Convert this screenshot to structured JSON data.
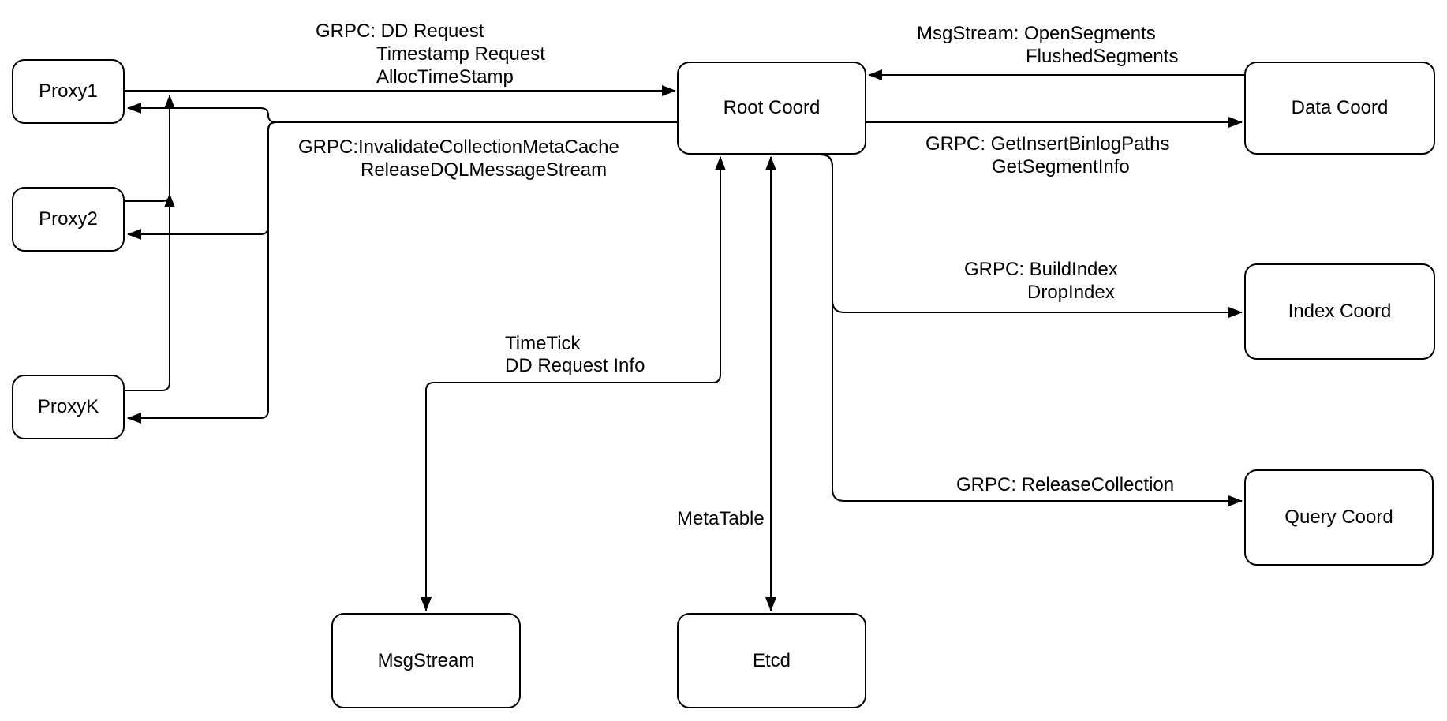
{
  "diagram": {
    "type": "architecture-flowchart",
    "background_color": "#ffffff",
    "stroke_color": "#000000",
    "node_fill_color": "#ffffff",
    "nodes": {
      "proxy1": "Proxy1",
      "proxy2": "Proxy2",
      "proxyk": "ProxyK",
      "root_coord": "Root Coord",
      "data_coord": "Data Coord",
      "index_coord": "Index Coord",
      "query_coord": "Query Coord",
      "msgstream": "MsgStream",
      "etcd": "Etcd"
    },
    "labels": {
      "dd": [
        "GRPC: DD Request",
        "Timestamp Request",
        "AllocTimeStamp"
      ],
      "invalidate": [
        "GRPC:InvalidateCollectionMetaCache",
        "ReleaseDQLMessageStream"
      ],
      "open_segments": [
        "MsgStream: OpenSegments",
        "FlushedSegments"
      ],
      "binlog": [
        "GRPC: GetInsertBinlogPaths",
        "GetSegmentInfo"
      ],
      "build_index": [
        "GRPC: BuildIndex",
        "DropIndex"
      ],
      "release_collection": [
        "GRPC: ReleaseCollection"
      ],
      "timetick": [
        "TimeTick",
        "DD Request Info"
      ],
      "metatable": [
        "MetaTable"
      ]
    },
    "connections": [
      {
        "from": "Proxy1 / Proxy2 / ProxyK",
        "to": "Root Coord",
        "arrow": "one-way",
        "label": "dd"
      },
      {
        "from": "Root Coord",
        "to": "Proxy1 / Proxy2 / ProxyK",
        "arrow": "one-way",
        "label": "invalidate"
      },
      {
        "from": "Data Coord",
        "to": "Root Coord",
        "arrow": "one-way",
        "label": "open_segments"
      },
      {
        "from": "Root Coord",
        "to": "Data Coord",
        "arrow": "one-way",
        "label": "binlog"
      },
      {
        "from": "Root Coord",
        "to": "Index Coord",
        "arrow": "one-way",
        "label": "build_index"
      },
      {
        "from": "Root Coord",
        "to": "Query Coord",
        "arrow": "one-way",
        "label": "release_collection"
      },
      {
        "from": "Root Coord",
        "to": "MsgStream",
        "arrow": "two-way",
        "label": "timetick"
      },
      {
        "from": "Root Coord",
        "to": "Etcd",
        "arrow": "two-way",
        "label": "metatable"
      }
    ]
  }
}
